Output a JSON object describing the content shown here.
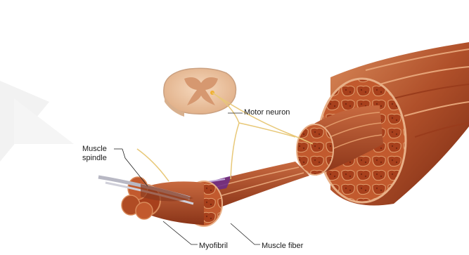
{
  "labels": {
    "motor_neuron": "Motor neuron",
    "muscle_spindle_line1": "Muscle",
    "muscle_spindle_line2": "spindle",
    "myofibril": "Myofibril",
    "muscle_fiber": "Muscle fiber"
  },
  "colors": {
    "muscle_dark": "#7a2a12",
    "muscle_mid": "#b0502a",
    "muscle_light": "#d98a5a",
    "nerve": "#e8c878",
    "spinal_cord": "#f0c8a8",
    "gray_matter": "#d69870",
    "membrane": "#6b2a8a"
  }
}
